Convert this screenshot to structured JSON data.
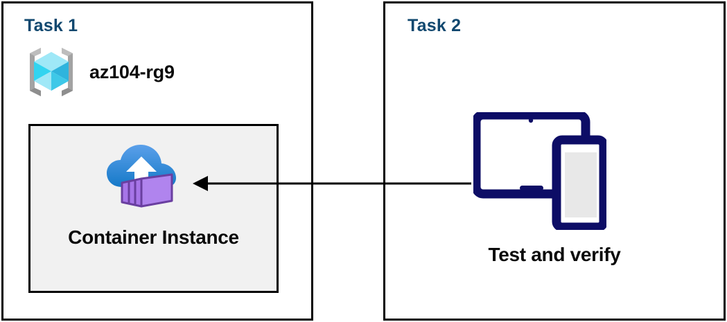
{
  "diagram": {
    "panels": [
      {
        "title": "Task 1",
        "title_color": "#11486f",
        "resource_group": {
          "icon": "azure-resource-group-icon",
          "label": "az104-rg9"
        },
        "card": {
          "icon": "azure-container-instance-icon",
          "label": "Container Instance",
          "fill_color": "#f1f1f1",
          "border_color": "#000000"
        }
      },
      {
        "title": "Task 2",
        "title_color": "#11486f",
        "device": {
          "icon": "devices-tablet-phone-icon",
          "label": "Test and verify",
          "color": "#0d0d66"
        }
      }
    ],
    "connector": {
      "name": "flow-arrow",
      "direction": "right-to-left",
      "color": "#000000"
    },
    "palette": {
      "title_blue": "#11486f",
      "card_gray": "#f1f1f1",
      "navy": "#0d0d66",
      "cloud_blue_light": "#5196e8",
      "cloud_blue_dark": "#1b7fd0",
      "container_purple": "#b084ee",
      "container_purple_dark": "#6a3fa0",
      "cube_cyan": "#32d4f0",
      "bracket_gray": "#a3a3a3",
      "outline_black": "#000000"
    }
  }
}
